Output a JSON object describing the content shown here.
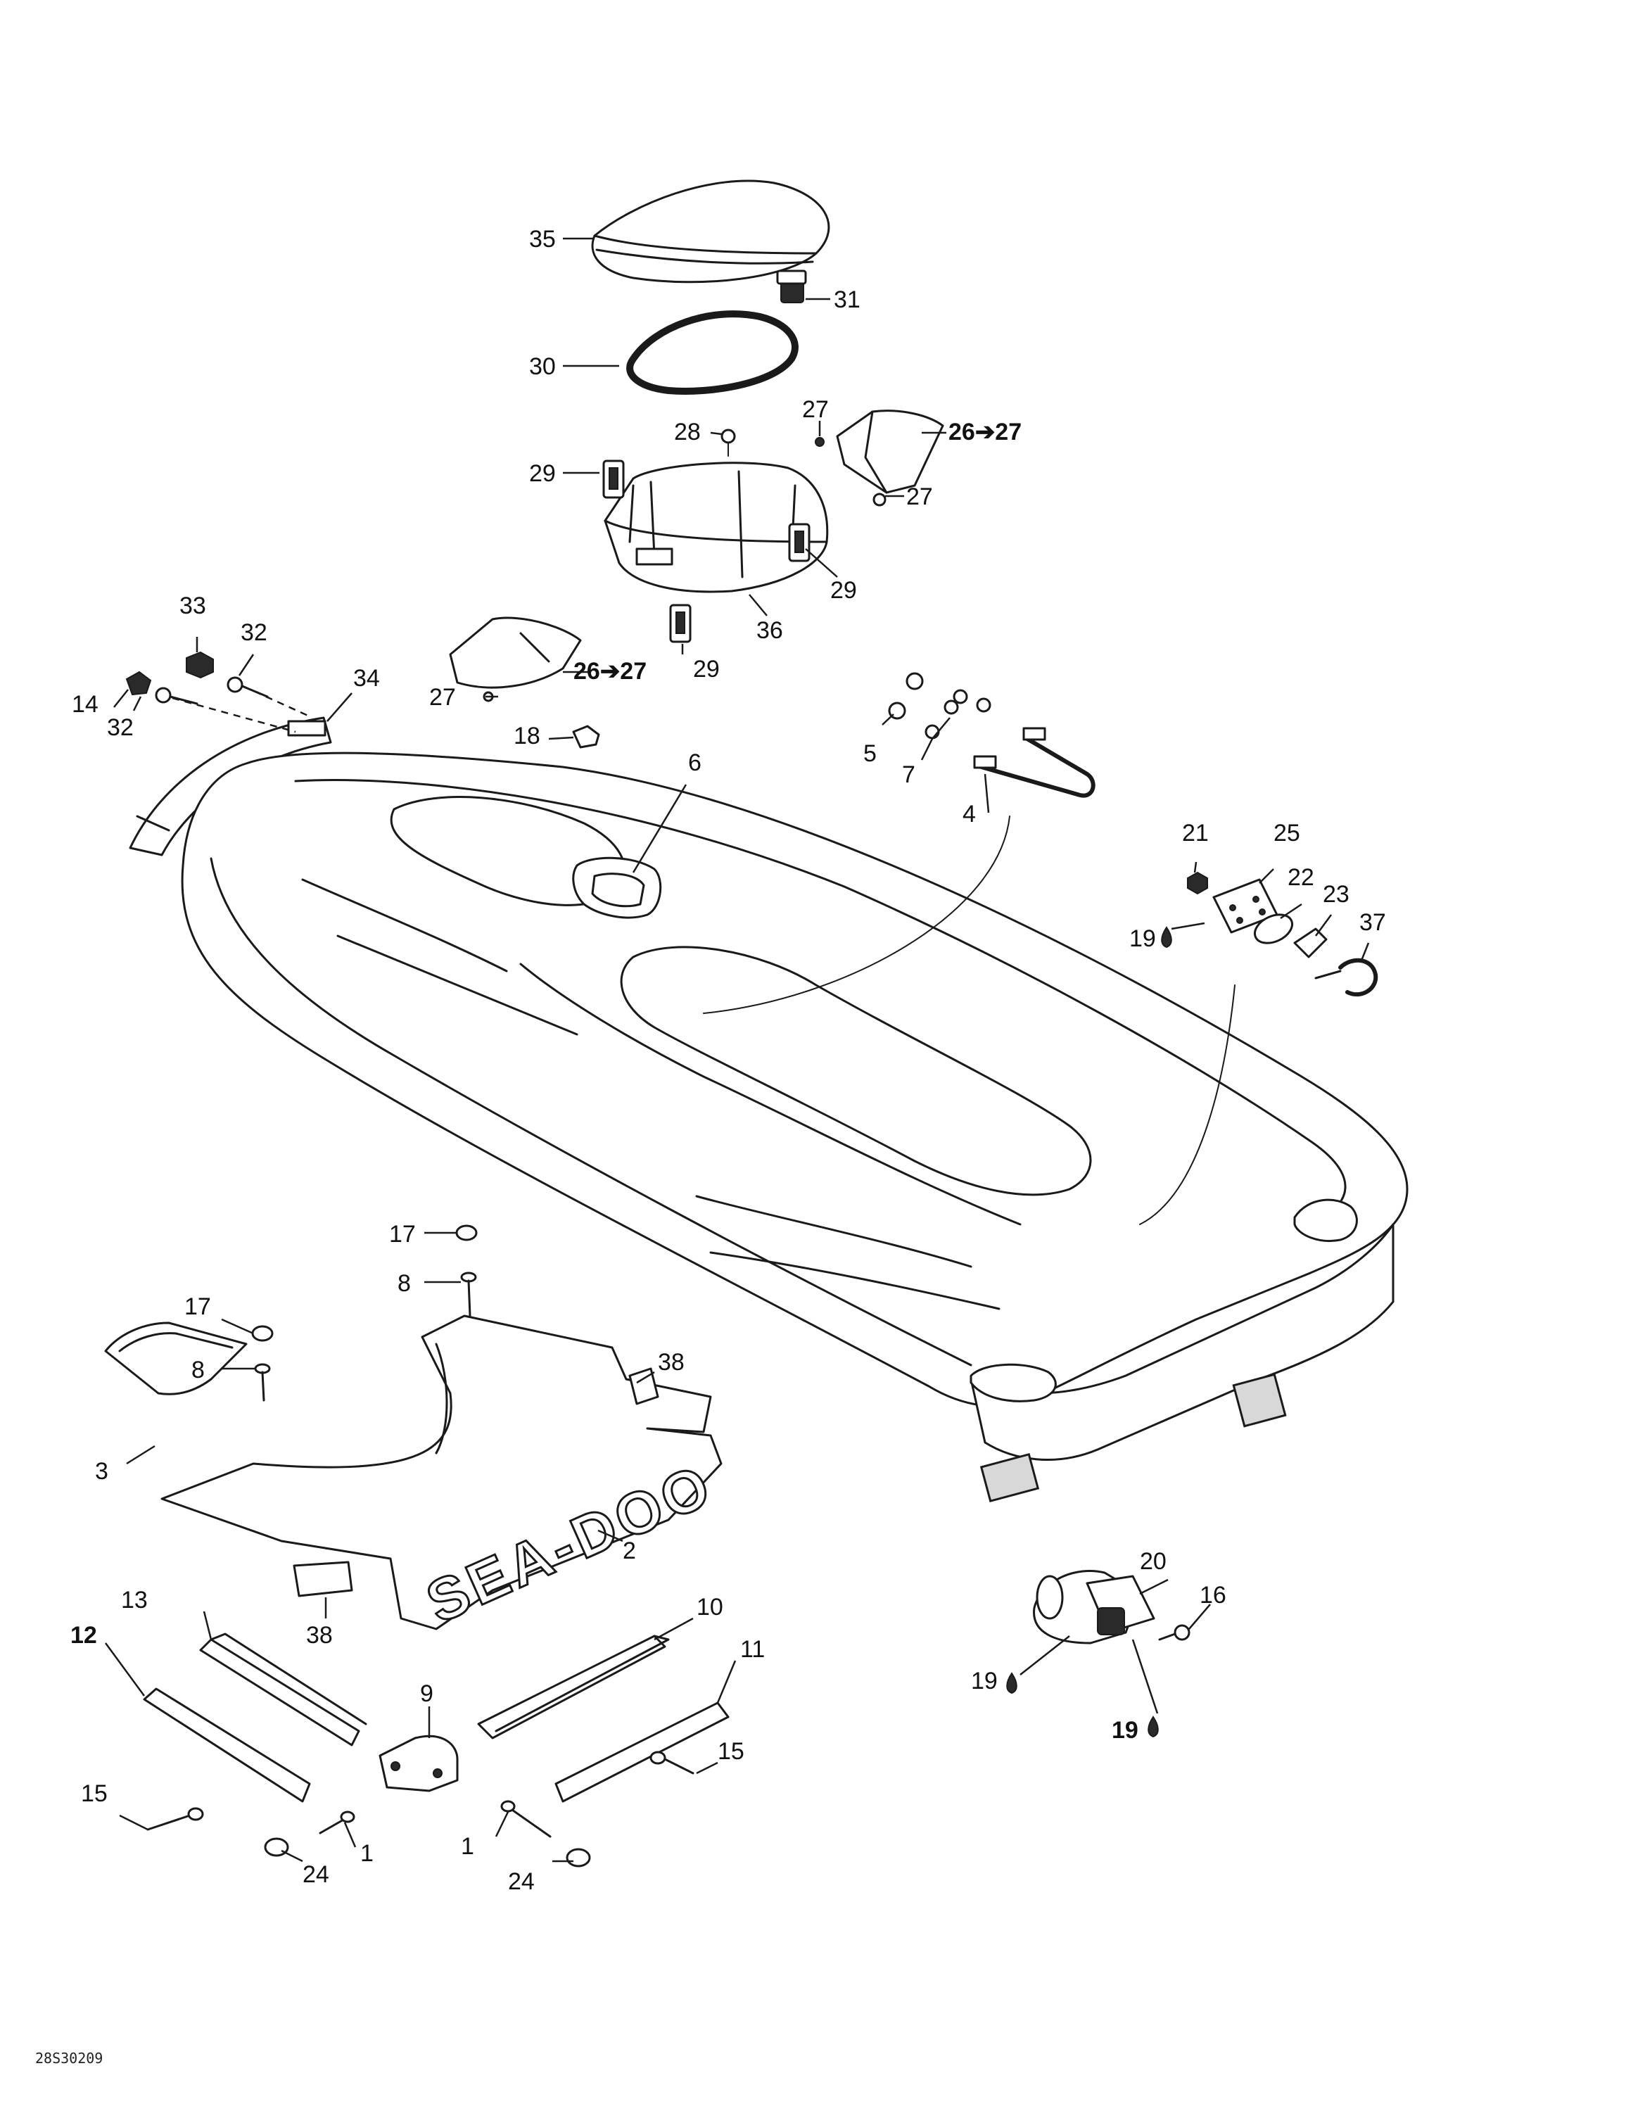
{
  "diagram_ref": "28S30209",
  "logo_text": "SEA-DOO",
  "colors": {
    "ink": "#1a1a1a",
    "paper": "#ffffff",
    "shade": "#d8d8d8"
  },
  "callouts": {
    "c1a": "1",
    "c1b": "1",
    "c2": "2",
    "c3": "3",
    "c4": "4",
    "c5": "5",
    "c6": "6",
    "c7": "7",
    "c8a": "8",
    "c8b": "8",
    "c9": "9",
    "c10": "10",
    "c11": "11",
    "c12": "12",
    "c13": "13",
    "c14": "14",
    "c15a": "15",
    "c15b": "15",
    "c16": "16",
    "c17a": "17",
    "c17b": "17",
    "c18": "18",
    "c19a": "19",
    "c19b": "19",
    "c19c": "19",
    "c20": "20",
    "c21": "21",
    "c22": "22",
    "c23": "23",
    "c24a": "24",
    "c24b": "24",
    "c25": "25",
    "c26a": "26➔27",
    "c26b": "26➔27",
    "c27a": "27",
    "c27b": "27",
    "c27c": "27",
    "c28": "28",
    "c29a": "29",
    "c29b": "29",
    "c29c": "29",
    "c30": "30",
    "c31": "31",
    "c32a": "32",
    "c32b": "32",
    "c33": "33",
    "c34": "34",
    "c35": "35",
    "c36": "36",
    "c37": "37",
    "c38a": "38",
    "c38b": "38"
  }
}
